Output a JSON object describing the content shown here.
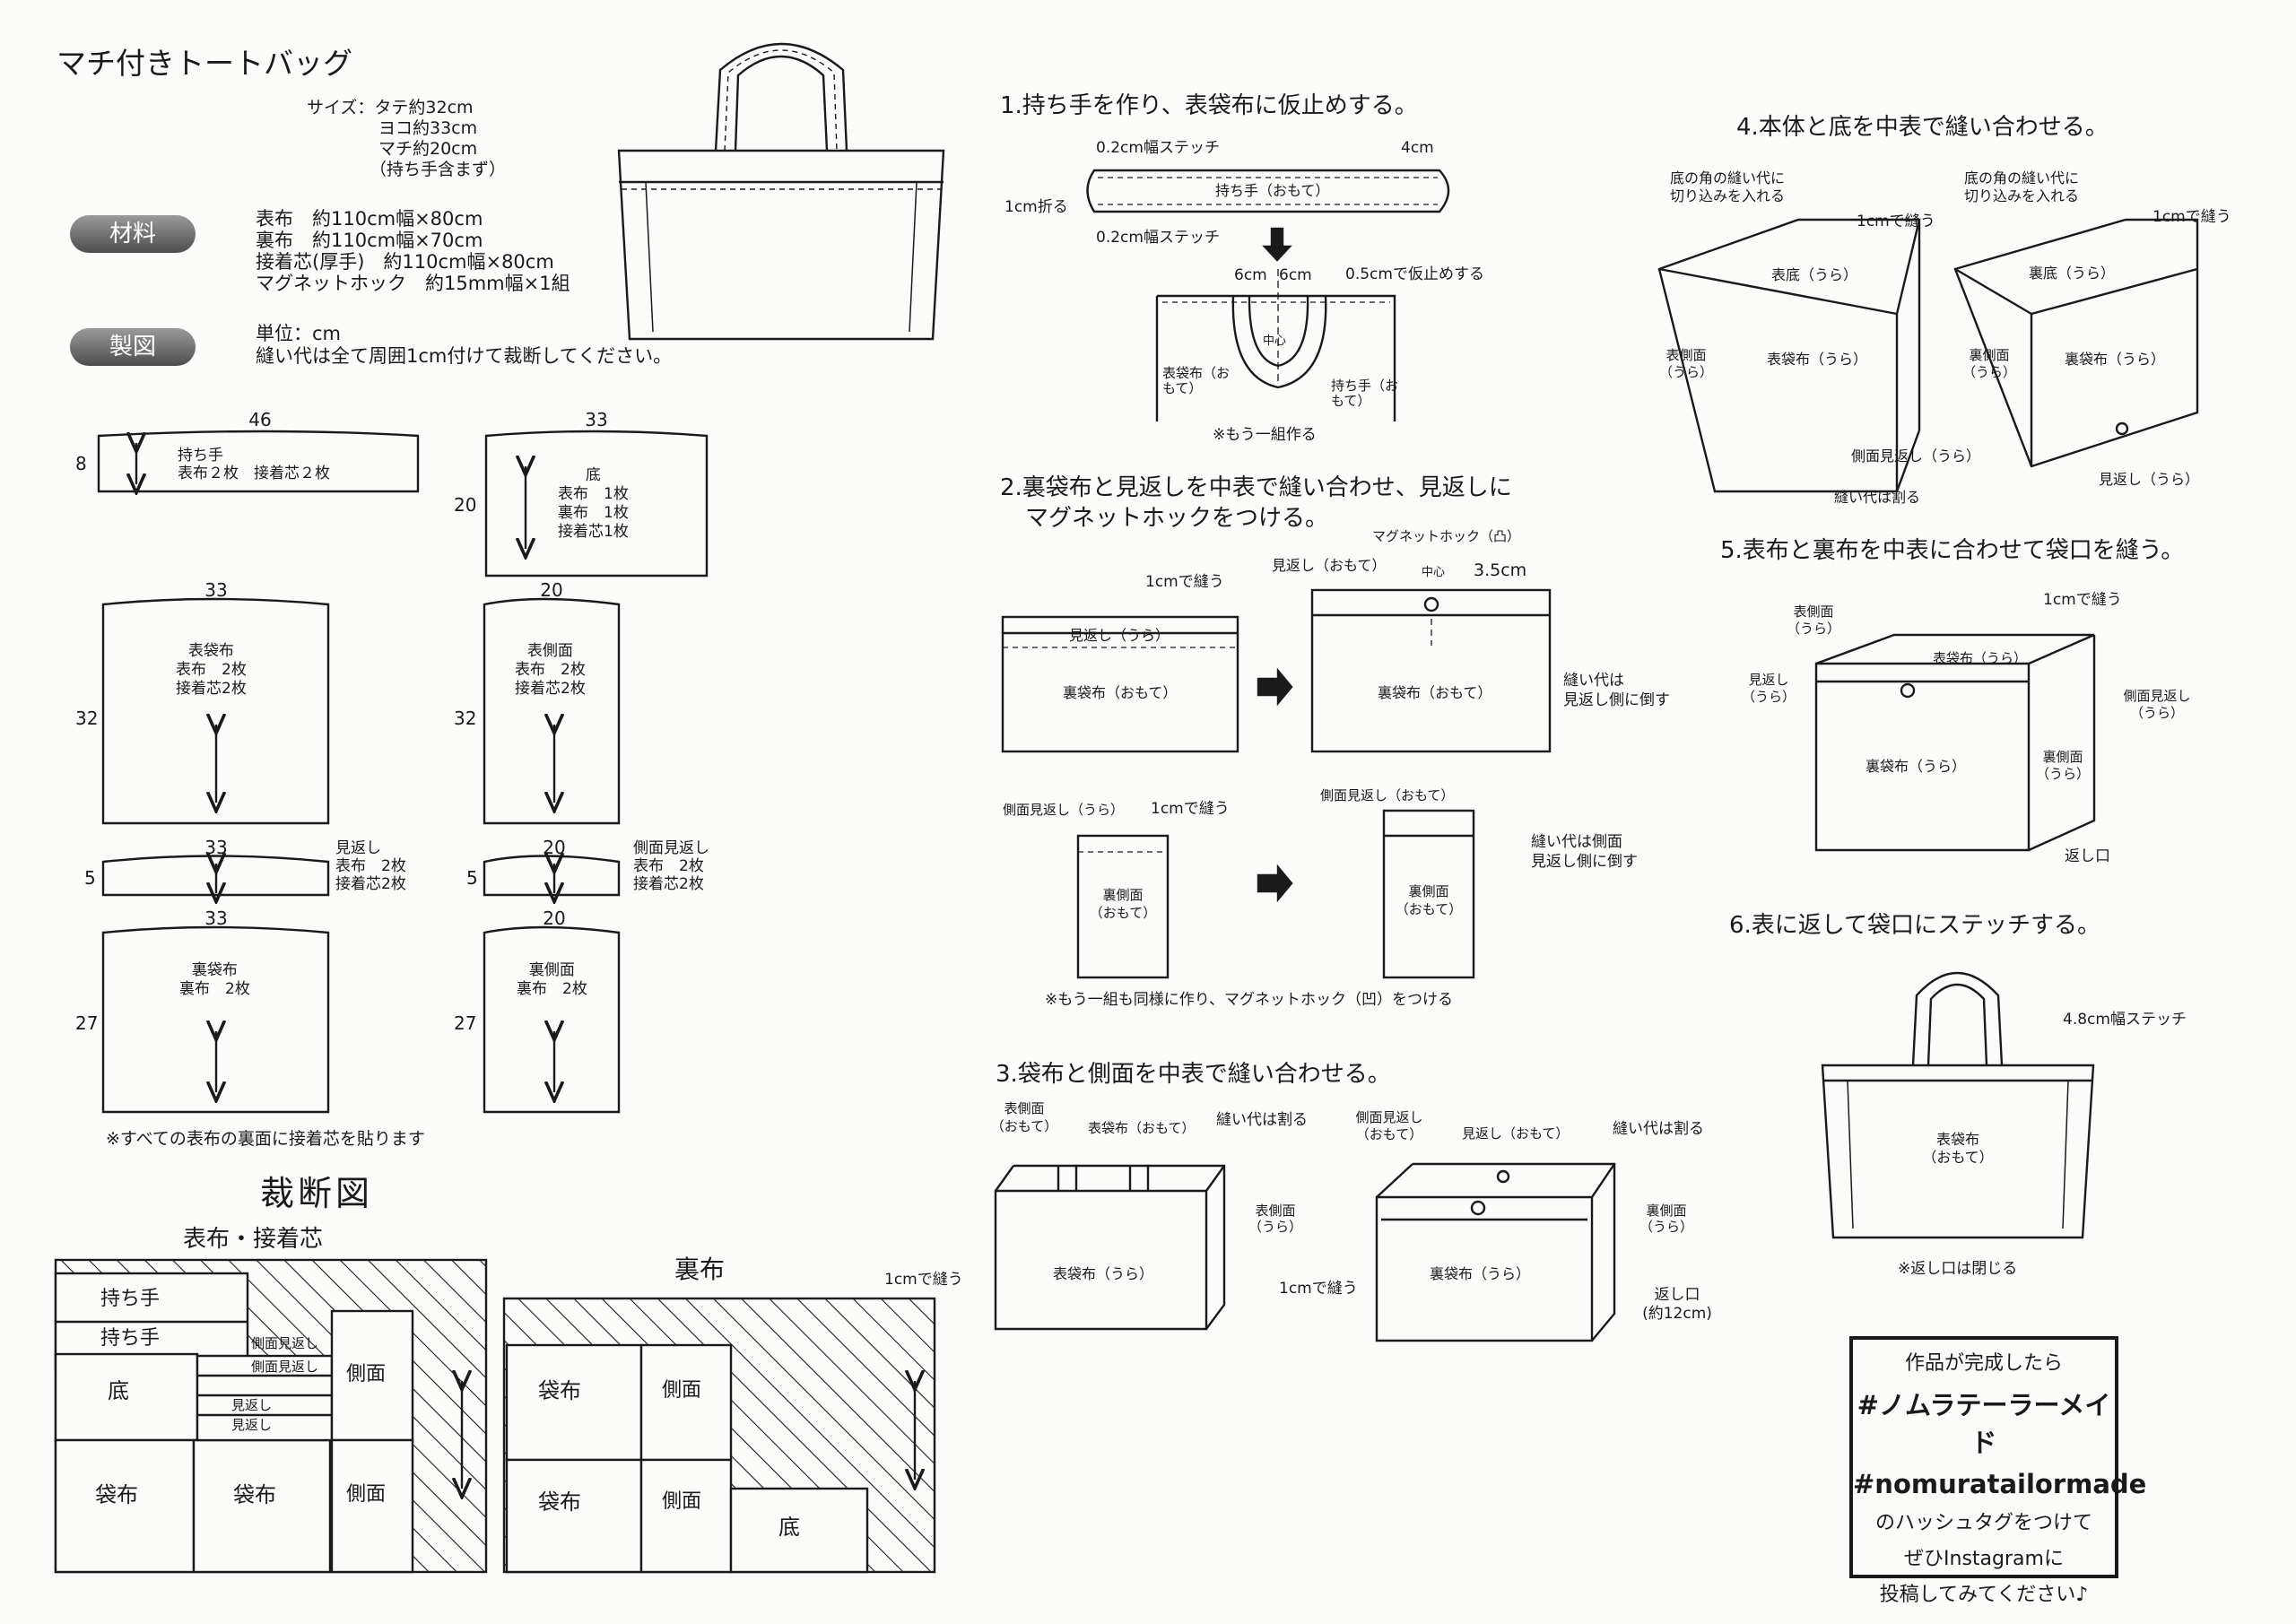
{
  "header": {
    "title": "マチ付きトートバッグ",
    "size_label": "サイズ：タテ約32cm",
    "size_w": "ヨコ約33cm",
    "size_d": "マチ約20cm",
    "size_note": "（持ち手含まず）"
  },
  "materials": {
    "badge": "材料",
    "lines": [
      "表布　約110cm幅×80cm",
      "裏布　約110cm幅×70cm",
      "接着芯(厚手)　約110cm幅×80cm",
      "マグネットホック　約15mm幅×1組"
    ]
  },
  "pattern": {
    "badge": "製図",
    "unit": "単位：cm",
    "note": "縫い代は全て周囲1cm付けて裁断してください。",
    "footnote": "※すべての表布の裏面に接着芯を貼ります",
    "pieces": [
      {
        "w": "46",
        "h": "8",
        "lines": [
          "持ち手",
          "表布２枚　接着芯２枚"
        ]
      },
      {
        "w": "33",
        "h": "20",
        "lines": [
          "底",
          "表布　1枚",
          "裏布　1枚",
          "接着芯1枚"
        ]
      },
      {
        "w": "33",
        "h": "32",
        "lines": [
          "表袋布",
          "表布　2枚",
          "接着芯2枚"
        ]
      },
      {
        "w": "20",
        "h": "32",
        "lines": [
          "表側面",
          "表布　2枚",
          "接着芯2枚"
        ]
      },
      {
        "w": "33",
        "h": "5",
        "lines": [
          "見返し",
          "表布　2枚",
          "接着芯2枚"
        ]
      },
      {
        "w": "20",
        "h": "5",
        "lines": [
          "側面見返し",
          "表布　2枚",
          "接着芯2枚"
        ]
      },
      {
        "w": "33",
        "h": "27",
        "lines": [
          "裏袋布",
          "裏布　2枚"
        ]
      },
      {
        "w": "20",
        "h": "27",
        "lines": [
          "裏側面",
          "裏布　2枚"
        ]
      }
    ]
  },
  "cutting": {
    "title": "裁断図",
    "fabric1": "表布・接着芯",
    "fabric2": "裏布",
    "labels1": [
      "持ち手",
      "持ち手",
      "底",
      "側面見返し",
      "側面見返し",
      "見返し",
      "見返し",
      "側面",
      "袋布",
      "袋布",
      "側面"
    ],
    "labels2": [
      "袋布",
      "側面",
      "袋布",
      "側面",
      "底"
    ]
  },
  "steps": {
    "s1": {
      "title": "1.持ち手を作り、表袋布に仮止めする。",
      "labels": [
        "0.2cm幅ステッチ",
        "4cm",
        "持ち手（おもて）",
        "1cm折る",
        "0.2cm幅ステッチ",
        "6cm",
        "6cm",
        "0.5cmで仮止めする",
        "中心",
        "表袋布（おもて）",
        "持ち手（おもて）",
        "※もう一組作る"
      ]
    },
    "s2": {
      "title": "2.裏袋布と見返しを中表で縫い合わせ、見返しに",
      "title2": "マグネットホックをつける。",
      "labels": [
        "1cmで縫う",
        "見返し（うら）",
        "裏袋布（おもて）",
        "マグネットホック（凸）",
        "見返し（おもて）",
        "中心",
        "3.5cm",
        "裏袋布（おもて）",
        "縫い代は",
        "見返し側に倒す",
        "側面見返し（うら）",
        "1cmで縫う",
        "裏側面",
        "（おもて）",
        "側面見返し（おもて）",
        "縫い代は側面",
        "見返し側に倒す",
        "裏側面",
        "（おもて）",
        "※もう一組も同様に作り、マグネットホック（凹）をつける"
      ]
    },
    "s3": {
      "title": "3.袋布と側面を中表で縫い合わせる。",
      "labels": [
        "表側面",
        "（おもて）",
        "表袋布（おもて）",
        "縫い代は割る",
        "表側面",
        "（うら）",
        "1cmで縫う",
        "表袋布（うら）",
        "側面見返し",
        "（おもて）",
        "見返し（おもて）",
        "縫い代は割る",
        "裏側面",
        "（うら）",
        "1cmで縫う",
        "裏袋布（うら）",
        "返し口",
        "(約12cm)"
      ]
    },
    "s4": {
      "title": "4.本体と底を中表で縫い合わせる。",
      "labels": [
        "底の角の縫い代に",
        "切り込みを入れる",
        "1cmで縫う",
        "表底（うら）",
        "表側面",
        "（うら）",
        "表袋布（うら）",
        "縫い代は割る",
        "底の角の縫い代に",
        "切り込みを入れる",
        "1cmで縫う",
        "裏底（うら）",
        "裏側面",
        "（うら）",
        "裏袋布（うら）",
        "側面見返し（うら）",
        "見返し（うら）"
      ]
    },
    "s5": {
      "title": "5.表布と裏布を中表に合わせて袋口を縫う。",
      "labels": [
        "表側面",
        "（うら）",
        "1cmで縫う",
        "表袋布（うら）",
        "見返し",
        "（うら）",
        "側面見返し",
        "（うら）",
        "裏袋布（うら）",
        "裏側面",
        "（うら）",
        "返し口"
      ]
    },
    "s6": {
      "title": "6.表に返して袋口にステッチする。",
      "labels": [
        "4.8cm幅ステッチ",
        "表袋布",
        "（おもて）",
        "※返し口は閉じる"
      ]
    }
  },
  "tagbox": {
    "line1": "作品が完成したら",
    "tag_ja": "#ノムラテーラーメイド",
    "tag_en": "#nomuratailormade",
    "line2": "のハッシュタグをつけて",
    "line3": "ぜひInstagramに",
    "line4": "投稿してみてください♪"
  }
}
